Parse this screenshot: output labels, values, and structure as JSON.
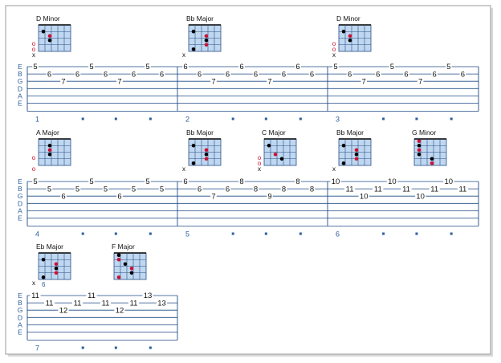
{
  "string_labels": [
    "E",
    "B",
    "G",
    "D",
    "A",
    "E"
  ],
  "colors": {
    "staff": "#1f4a86",
    "label": "#2b5d9c",
    "grid": "#2a4f85",
    "chord_fill": "#bfd7f0",
    "dot": "#000000",
    "root": "#cc1133",
    "paper_border": "#9a9a9a"
  },
  "rows": [
    {
      "measures": [
        {
          "number": "1",
          "chords": [
            {
              "name": "D Minor",
              "open": [
                "o",
                "o",
                "x"
              ],
              "dots": [
                [
                  "1",
                  "2"
                ],
                [
                  "2",
                  "3"
                ],
                [
                  "2",
                  "4"
                ]
              ],
              "fret_label": ""
            }
          ],
          "columns": [
            [
              "5",
              "",
              "",
              "",
              "",
              ""
            ],
            [
              "",
              "6",
              "",
              "",
              "",
              ""
            ],
            [
              "",
              "",
              "7",
              "",
              "",
              ""
            ],
            [
              "",
              "6",
              "",
              "",
              "",
              ""
            ],
            [
              "5",
              "",
              "",
              "",
              "",
              ""
            ],
            [
              "",
              "6",
              "",
              "",
              "",
              ""
            ],
            [
              "",
              "",
              "7",
              "",
              "",
              ""
            ],
            [
              "",
              "6",
              "",
              "",
              "",
              ""
            ],
            [
              "5",
              "",
              "",
              "",
              "",
              ""
            ],
            [
              "",
              "6",
              "",
              "",
              "",
              ""
            ]
          ]
        },
        {
          "number": "2",
          "chords": [
            {
              "name": "Bb Major",
              "open": [
                "",
                "",
                "x"
              ],
              "dots": [
                [
                  "1",
                  "2"
                ],
                [
                  "3",
                  "3"
                ],
                [
                  "3",
                  "4"
                ],
                [
                  "3",
                  "5"
                ],
                [
                  "1",
                  "6"
                ]
              ],
              "fret_label": ""
            }
          ],
          "columns": [
            [
              "6",
              "",
              "",
              "",
              "",
              ""
            ],
            [
              "",
              "6",
              "",
              "",
              "",
              ""
            ],
            [
              "",
              "",
              "7",
              "",
              "",
              ""
            ],
            [
              "",
              "6",
              "",
              "",
              "",
              ""
            ],
            [
              "6",
              "",
              "",
              "",
              "",
              ""
            ],
            [
              "",
              "6",
              "",
              "",
              "",
              ""
            ],
            [
              "",
              "",
              "7",
              "",
              "",
              ""
            ],
            [
              "",
              "6",
              "",
              "",
              "",
              ""
            ],
            [
              "6",
              "",
              "",
              "",
              "",
              ""
            ],
            [
              "",
              "6",
              "",
              "",
              "",
              ""
            ]
          ]
        },
        {
          "number": "3",
          "chords": [
            {
              "name": "D Minor",
              "open": [
                "o",
                "o",
                "x"
              ],
              "dots": [
                [
                  "1",
                  "2"
                ],
                [
                  "2",
                  "3"
                ],
                [
                  "2",
                  "4"
                ]
              ],
              "fret_label": ""
            }
          ],
          "columns": [
            [
              "5",
              "",
              "",
              "",
              "",
              ""
            ],
            [
              "",
              "6",
              "",
              "",
              "",
              ""
            ],
            [
              "",
              "",
              "7",
              "",
              "",
              ""
            ],
            [
              "",
              "6",
              "",
              "",
              "",
              ""
            ],
            [
              "5",
              "",
              "",
              "",
              "",
              ""
            ],
            [
              "",
              "6",
              "",
              "",
              "",
              ""
            ],
            [
              "",
              "",
              "7",
              "",
              "",
              ""
            ],
            [
              "",
              "6",
              "",
              "",
              "",
              ""
            ],
            [
              "5",
              "",
              "",
              "",
              "",
              ""
            ],
            [
              "",
              "6",
              "",
              "",
              "",
              ""
            ]
          ]
        }
      ]
    },
    {
      "measures": [
        {
          "number": "4",
          "chords": [
            {
              "name": "A Major",
              "open": [
                "o",
                "",
                "o"
              ],
              "dots": [
                [
                  "2",
                  "4"
                ],
                [
                  "2",
                  "3"
                ],
                [
                  "2",
                  "2"
                ]
              ],
              "fret_label": ""
            }
          ],
          "columns": [
            [
              "5",
              "",
              "",
              "",
              "",
              ""
            ],
            [
              "",
              "5",
              "",
              "",
              "",
              ""
            ],
            [
              "",
              "",
              "6",
              "",
              "",
              ""
            ],
            [
              "",
              "5",
              "",
              "",
              "",
              ""
            ],
            [
              "5",
              "",
              "",
              "",
              "",
              ""
            ],
            [
              "",
              "5",
              "",
              "",
              "",
              ""
            ],
            [
              "",
              "",
              "6",
              "",
              "",
              ""
            ],
            [
              "",
              "5",
              "",
              "",
              "",
              ""
            ],
            [
              "5",
              "",
              "",
              "",
              "",
              ""
            ],
            [
              "",
              "5",
              "",
              "",
              "",
              ""
            ]
          ]
        },
        {
          "number": "5",
          "chords": [
            {
              "name": "Bb Major",
              "open": [
                "",
                "",
                "x"
              ],
              "dots": [
                [
                  "1",
                  "2"
                ],
                [
                  "3",
                  "3"
                ],
                [
                  "3",
                  "4"
                ],
                [
                  "3",
                  "5"
                ],
                [
                  "1",
                  "6"
                ]
              ],
              "fret_label": ""
            },
            {
              "name": "C Major",
              "open": [
                "o",
                "o",
                "x"
              ],
              "dots": [
                [
                  "1",
                  "2"
                ],
                [
                  "2",
                  "4"
                ],
                [
                  "3",
                  "5"
                ]
              ],
              "fret_label": ""
            }
          ],
          "columns": [
            [
              "6",
              "",
              "",
              "",
              "",
              ""
            ],
            [
              "",
              "6",
              "",
              "",
              "",
              ""
            ],
            [
              "",
              "",
              "7",
              "",
              "",
              ""
            ],
            [
              "",
              "6",
              "",
              "",
              "",
              ""
            ],
            [
              "8",
              "",
              "",
              "",
              "",
              ""
            ],
            [
              "",
              "8",
              "",
              "",
              "",
              ""
            ],
            [
              "",
              "",
              "9",
              "",
              "",
              ""
            ],
            [
              "",
              "8",
              "",
              "",
              "",
              ""
            ],
            [
              "8",
              "",
              "",
              "",
              "",
              ""
            ],
            [
              "",
              "8",
              "",
              "",
              "",
              ""
            ]
          ]
        },
        {
          "number": "6",
          "chords": [
            {
              "name": "Bb Major",
              "open": [
                "",
                "",
                "x"
              ],
              "dots": [
                [
                  "1",
                  "2"
                ],
                [
                  "3",
                  "3"
                ],
                [
                  "3",
                  "4"
                ],
                [
                  "3",
                  "5"
                ],
                [
                  "1",
                  "6"
                ]
              ],
              "fret_label": ""
            },
            {
              "name": "G Minor",
              "open": [
                "",
                "",
                ""
              ],
              "dots": [
                [
                  "1",
                  "2"
                ],
                [
                  "1",
                  "3"
                ],
                [
                  "1",
                  "4"
                ],
                [
                  "1",
                  "1"
                ],
                [
                  "3",
                  "5"
                ],
                [
                  "3",
                  "6"
                ]
              ],
              "fret_label": ""
            }
          ],
          "columns": [
            [
              "10",
              "",
              "",
              "",
              "",
              ""
            ],
            [
              "",
              "11",
              "",
              "",
              "",
              ""
            ],
            [
              "",
              "",
              "10",
              "",
              "",
              ""
            ],
            [
              "",
              "11",
              "",
              "",
              "",
              ""
            ],
            [
              "10",
              "",
              "",
              "",
              "",
              ""
            ],
            [
              "",
              "11",
              "",
              "",
              "",
              ""
            ],
            [
              "",
              "",
              "10",
              "",
              "",
              ""
            ],
            [
              "",
              "11",
              "",
              "",
              "",
              ""
            ],
            [
              "10",
              "",
              "",
              "",
              "",
              ""
            ],
            [
              "",
              "11",
              "",
              "",
              "",
              ""
            ]
          ]
        }
      ]
    },
    {
      "measures": [
        {
          "number": "7",
          "chords": [
            {
              "name": "Eb Major",
              "open": [
                "",
                "",
                "x"
              ],
              "dots": [
                [
                  "1",
                  "2"
                ],
                [
                  "3",
                  "3"
                ],
                [
                  "3",
                  "4"
                ],
                [
                  "3",
                  "5"
                ],
                [
                  "1",
                  "6"
                ]
              ],
              "fret_label": "6"
            },
            {
              "name": "F Major",
              "open": [
                "",
                "",
                ""
              ],
              "dots": [
                [
                  "1",
                  "1"
                ],
                [
                  "1",
                  "2"
                ],
                [
                  "2",
                  "3"
                ],
                [
                  "3",
                  "4"
                ],
                [
                  "3",
                  "5"
                ],
                [
                  "1",
                  "6"
                ]
              ],
              "fret_label": ""
            }
          ],
          "columns": [
            [
              "11",
              "",
              "",
              "",
              "",
              ""
            ],
            [
              "",
              "11",
              "",
              "",
              "",
              ""
            ],
            [
              "",
              "",
              "12",
              "",
              "",
              ""
            ],
            [
              "",
              "11",
              "",
              "",
              "",
              ""
            ],
            [
              "11",
              "",
              "",
              "",
              "",
              ""
            ],
            [
              "",
              "11",
              "",
              "",
              "",
              ""
            ],
            [
              "",
              "",
              "12",
              "",
              "",
              ""
            ],
            [
              "",
              "11",
              "",
              "",
              "",
              ""
            ],
            [
              "13",
              "",
              "",
              "",
              "",
              ""
            ],
            [
              "",
              "13",
              "",
              "",
              "",
              ""
            ]
          ]
        }
      ]
    }
  ]
}
